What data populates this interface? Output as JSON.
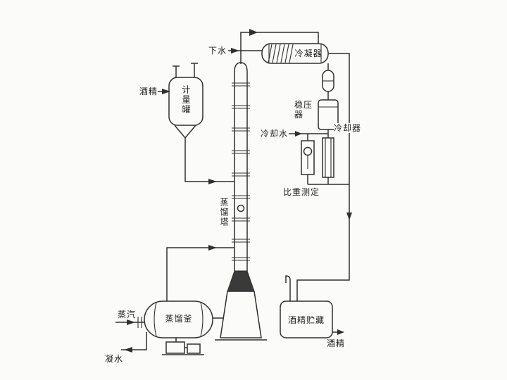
{
  "colors": {
    "line": "#2f2f2f",
    "fill_dark": "#3a3a3a",
    "background": "#fbfbf9"
  },
  "labels": {
    "drain_water": "下水",
    "condenser": "冷凝器",
    "stabilizer": "稳压器",
    "cooling_water": "冷却水",
    "cooler": "冷却器",
    "gravity_test": "比重测定",
    "alcohol_feed": "酒精",
    "measuring_tank": "计量罐",
    "distillation_column": "蒸馏塔",
    "distillation_kettle": "蒸馏釜",
    "steam": "蒸汽",
    "condensate_water": "凝水",
    "alcohol_storage": "酒精贮藏",
    "alcohol_product": "酒精"
  }
}
